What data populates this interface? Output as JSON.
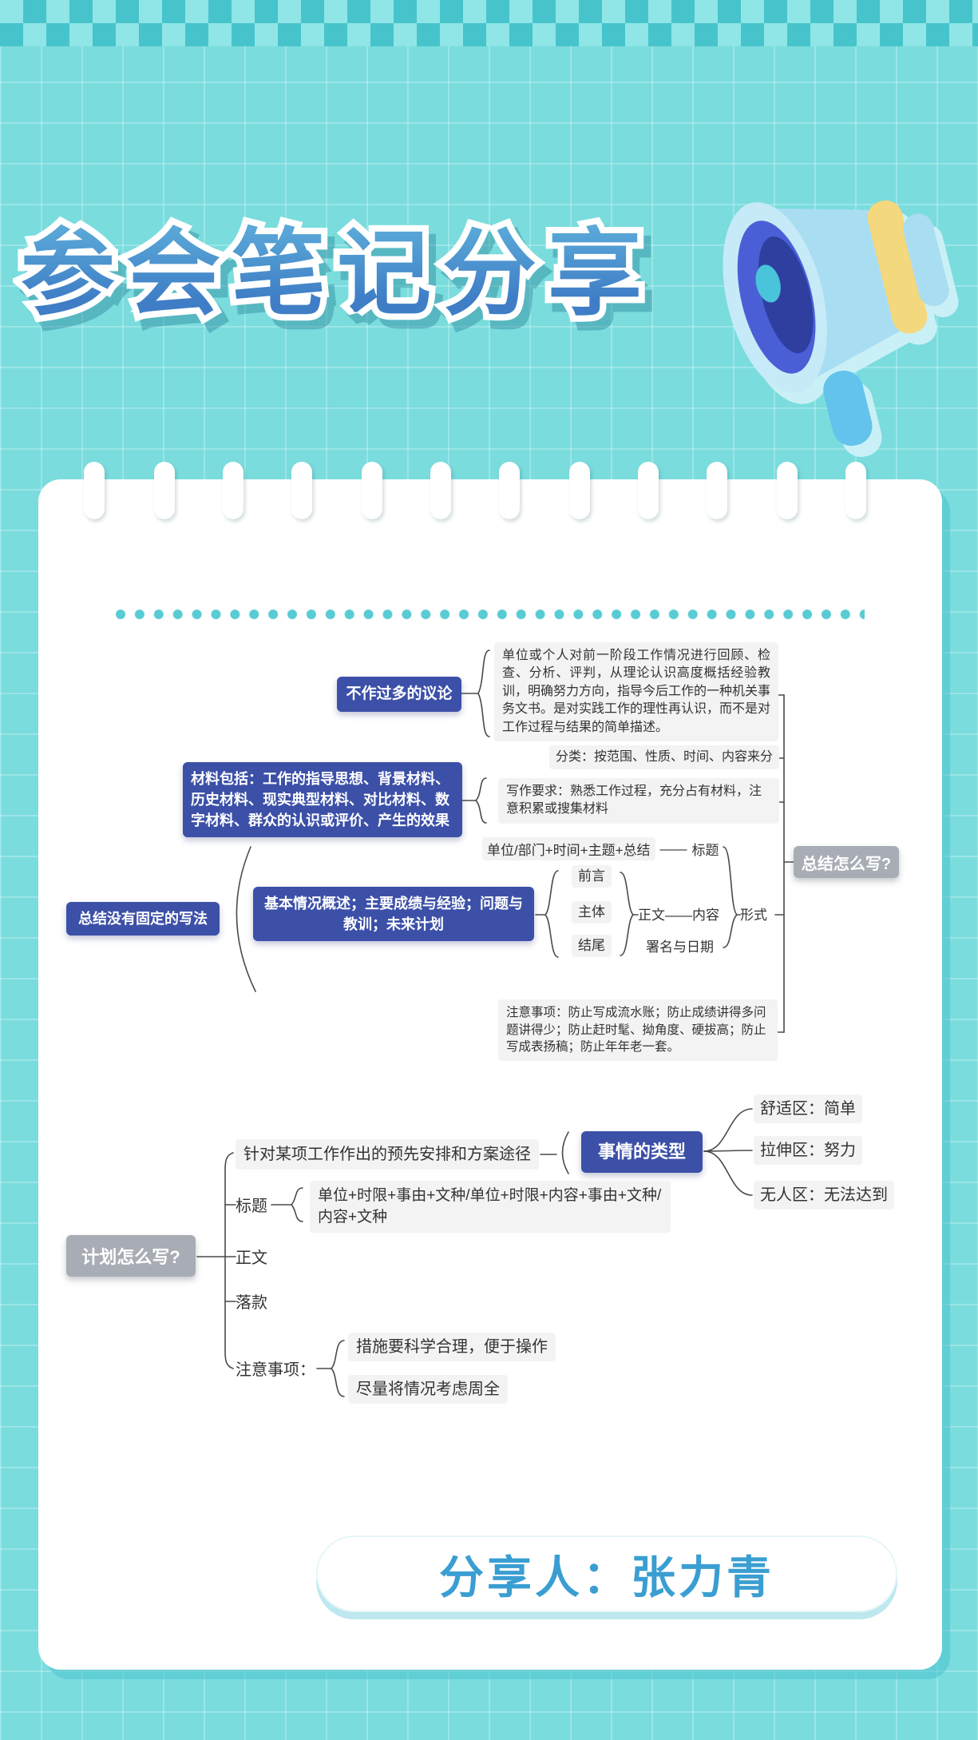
{
  "page": {
    "title": "参会笔记分享"
  },
  "footer": {
    "sharer": "分享人：张力青"
  },
  "icons": {
    "megaphone": "megaphone-icon"
  },
  "colors": {
    "background_teal": "#7adcdd",
    "accent_indigo": "#3c50a8",
    "node_gray": "#a8adb5",
    "title_blue": "#4484c8",
    "footer_text": "#3a9ed2",
    "dot_teal": "#58cbd4"
  },
  "summary_map": {
    "root": "总结怎么写?",
    "no_discussion": "不作过多的议论",
    "definition": "单位或个人对前一阶段工作情况进行回顾、检查、分析、评判，从理论认识高度概括经验教训，明确努力方向，指导今后工作的一种机关事务文书。是对实践工作的理性再认识，而不是对工作过程与结果的简单描述。",
    "classification": "分类：按范围、性质、时间、内容来分",
    "writing_req": "写作要求：熟悉工作过程，充分占有材料，注意积累或搜集材料",
    "materials": "材料包括：工作的指导思想、背景材料、历史材料、现实典型材料、对比材料、数字材料、群众的认识或评价、产生的效果",
    "no_fixed_style": "总结没有固定的写法",
    "title_formula": "单位/部门+时间+主题+总结",
    "dash": "——",
    "title_label": "标题",
    "preface": "前言",
    "main_body": "主体",
    "ending": "结尾",
    "body_label": "正文——内容",
    "form_label": "形式",
    "signature": "署名与日期",
    "body_content": "基本情况概述；主要成绩与经验；问题与教训；未来计划",
    "notes": "注意事项：防止写成流水账；防止成绩讲得多问题讲得少；防止赶时髦、拗角度、硬拔高；防止写成表扬稿；防止年年老一套。"
  },
  "plan_map": {
    "root": "计划怎么写?",
    "definition": "针对某项工作作出的预先安排和方案途径",
    "type_label": "事情的类型",
    "zones": [
      "舒适区：简单",
      "拉伸区：努力",
      "无人区：无法达到"
    ],
    "title_label": "标题",
    "title_formula": "单位+时限+事由+文种/单位+时限+内容+事由+文种/内容+文种",
    "body_label": "正文",
    "footer_label": "落款",
    "notes_label": "注意事项：",
    "notes": [
      "措施要科学合理，便于操作",
      "尽量将情况考虑周全"
    ]
  }
}
